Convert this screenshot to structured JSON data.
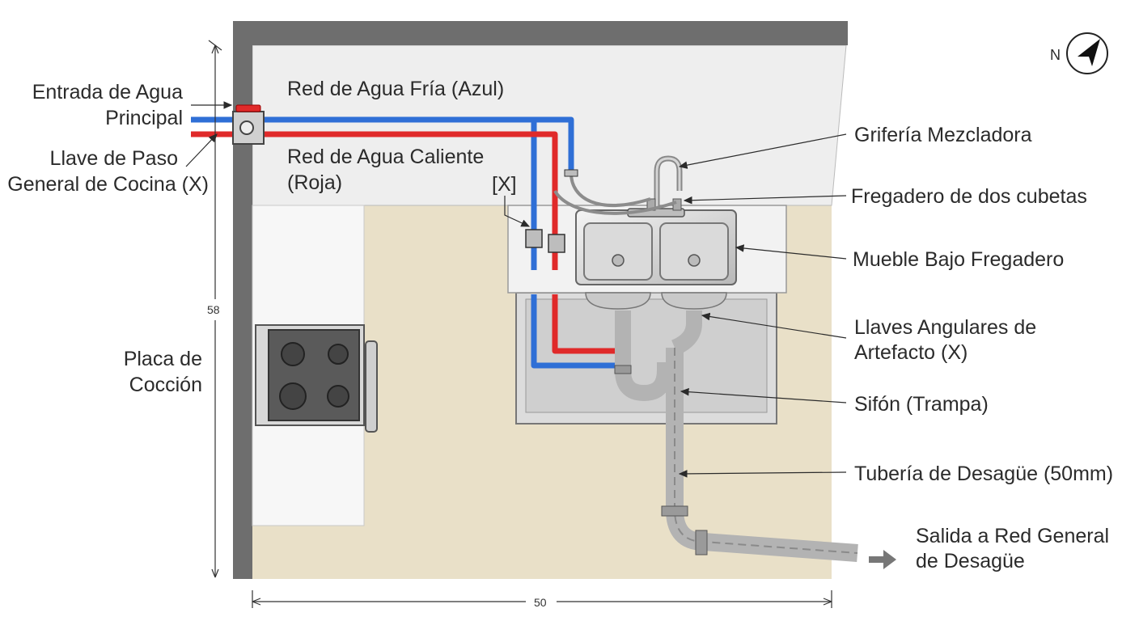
{
  "labels": {
    "main_inlet_1": "Entrada de Agua",
    "main_inlet_2": "Principal",
    "shutoff_1": "Llave de Paso",
    "shutoff_2": "General de Cocina (X)",
    "cold_network": "Red de Agua Fría (Azul)",
    "hot_network_1": "Red de Agua Caliente",
    "hot_network_2": "(Roja)",
    "valve_mark": "[X]",
    "mixer_tap": "Grifería Mezcladora",
    "double_sink": "Fregadero de dos cubetas",
    "sink_cabinet": "Mueble Bajo Fregadero",
    "angle_valves_1": "Llaves Angulares de",
    "angle_valves_2": "Artefacto (X)",
    "trap": "Sifón (Trampa)",
    "drain_pipe": "Tubería de Desagüe (50mm)",
    "outlet_1": "Salida a Red General",
    "outlet_2": "de Desagüe",
    "cooktop_1": "Placa de",
    "cooktop_2": "Cocción",
    "compass": "N",
    "dim_height": "58",
    "dim_width": "50"
  },
  "colors": {
    "cold": "#2f6fd6",
    "hot": "#e02a2a",
    "wall": "#6b6b6b",
    "floor": "#e8dfc6",
    "upper_wall": "#efefef",
    "drain": "#b9b9b9"
  }
}
